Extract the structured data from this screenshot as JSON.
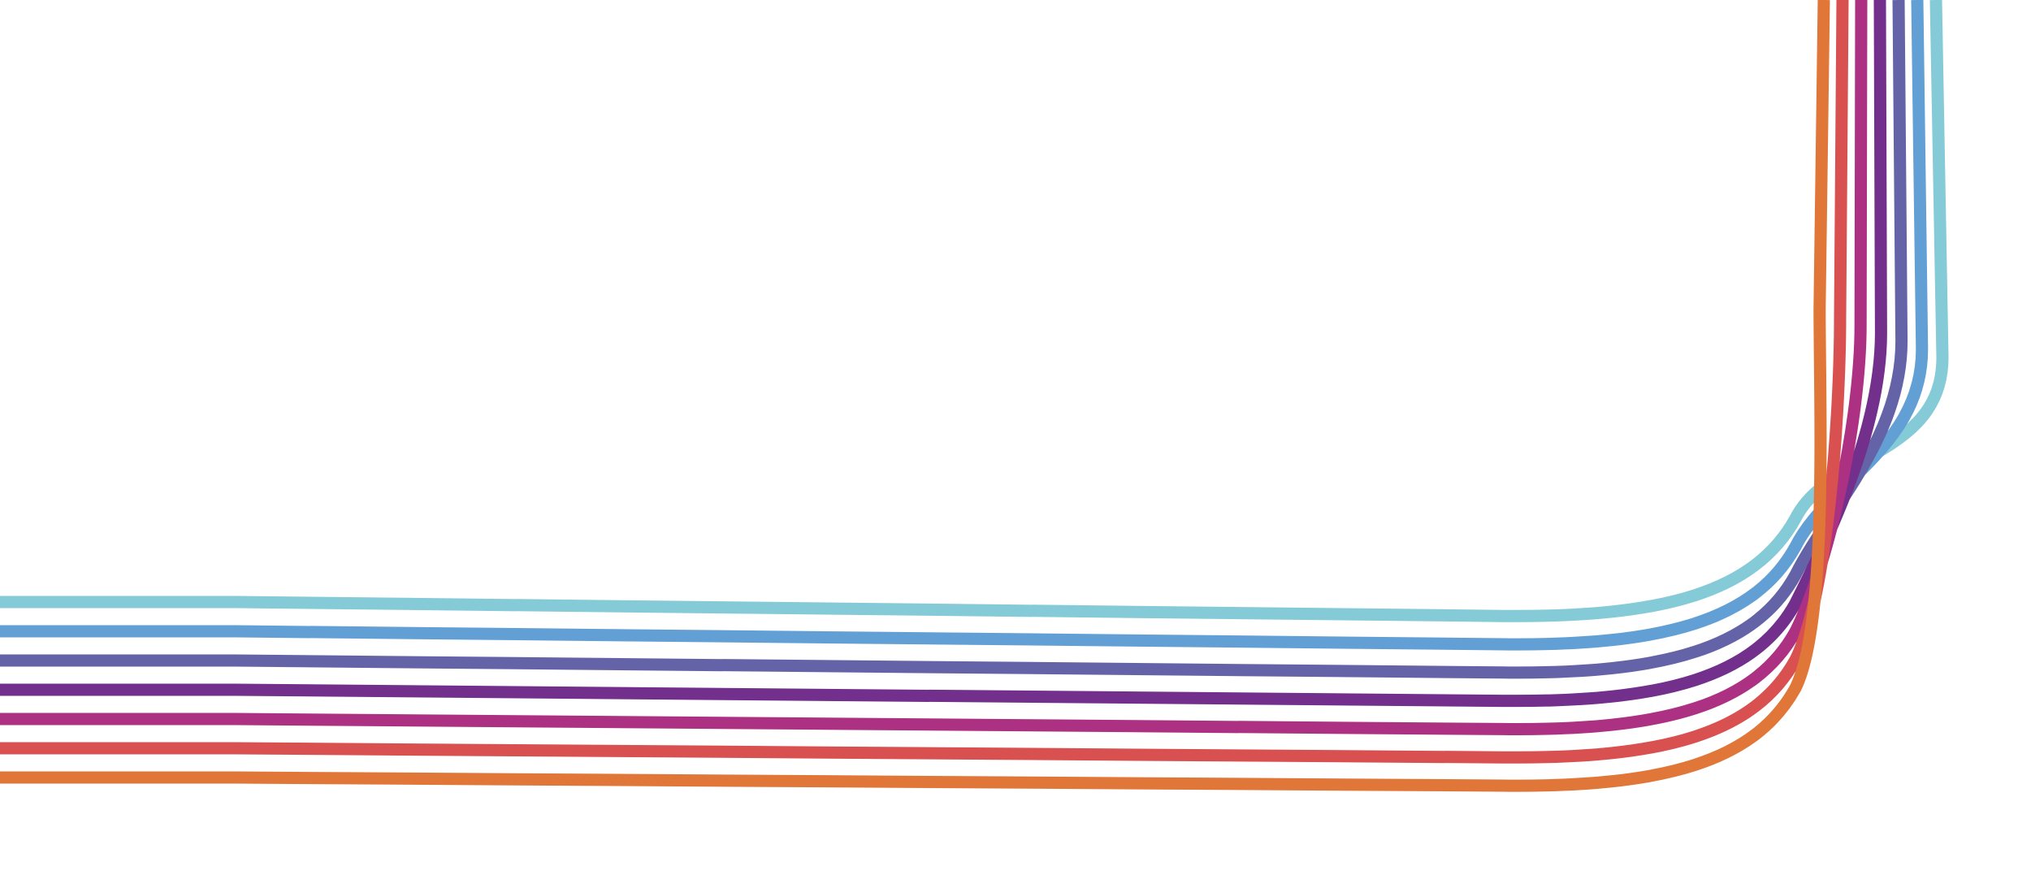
{
  "graphic": {
    "kind": "decorative-stripe-graphic",
    "stripe_count": 7,
    "stripes": [
      {
        "name": "stripe-orange",
        "color": "#E07638"
      },
      {
        "name": "stripe-red",
        "color": "#D8504F"
      },
      {
        "name": "stripe-magenta",
        "color": "#AC3183"
      },
      {
        "name": "stripe-purple",
        "color": "#722F8C"
      },
      {
        "name": "stripe-indigo",
        "color": "#6563A8"
      },
      {
        "name": "stripe-blue",
        "color": "#629FD5"
      },
      {
        "name": "stripe-cyan",
        "color": "#84CAD7"
      }
    ]
  }
}
